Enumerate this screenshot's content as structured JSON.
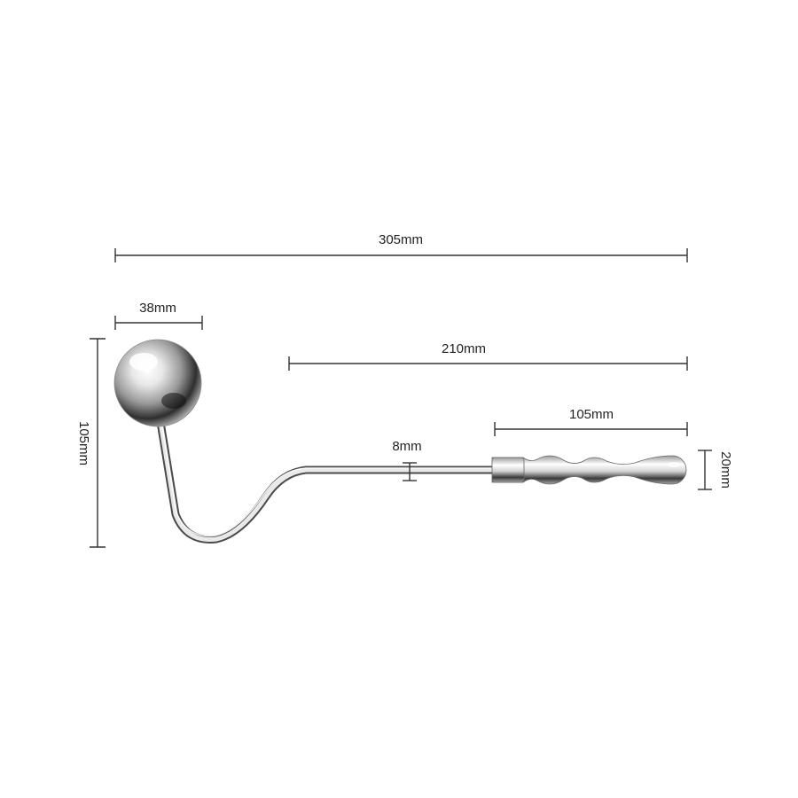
{
  "dimensions": {
    "overall_length": "305mm",
    "ball_diameter": "38mm",
    "shaft_length": "210mm",
    "beaded_length": "105mm",
    "rod_diameter": "8mm",
    "total_height": "105mm",
    "bead_diameter": "20mm"
  },
  "colors": {
    "dimension_line": "#333333",
    "metal_light": "#f4f4f4",
    "metal_mid": "#b8b8b8",
    "metal_dark": "#2a2a2a"
  }
}
